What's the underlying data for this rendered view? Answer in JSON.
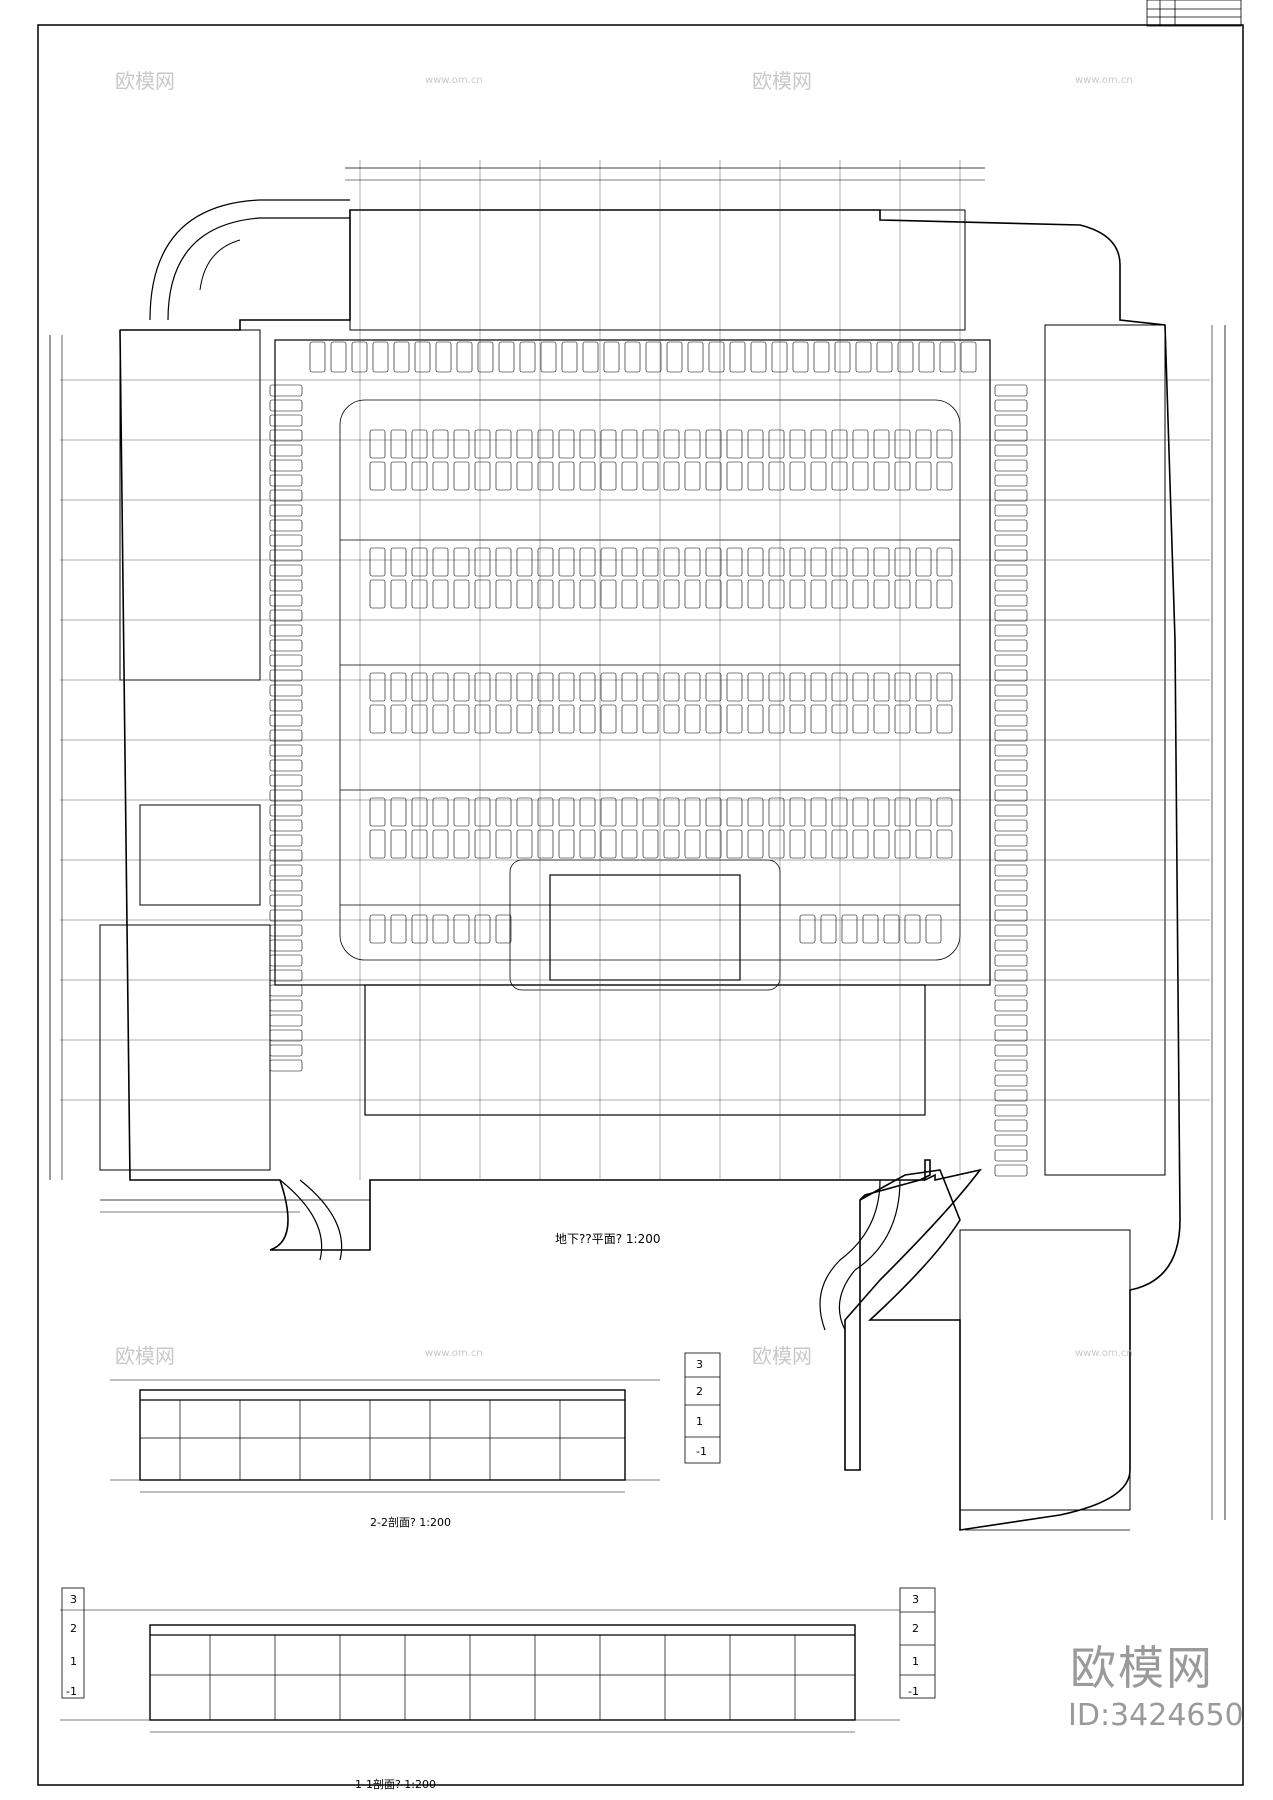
{
  "drawing": {
    "plan_title": "地下??平面?    1:200",
    "section_2_title": "2-2剖面?    1:200",
    "section_1_title": "1-1剖面?    1:200"
  },
  "levels": {
    "l3": "3",
    "l2": "2",
    "l1": "1",
    "lm1": "-1"
  },
  "watermark": {
    "logo_text": "欧模网",
    "url_text": "www.om.cn",
    "id_text": "ID:3424650"
  },
  "colors": {
    "line": "#000000",
    "watermark": "#c9c9c9",
    "brand": "#9a9a9a"
  }
}
